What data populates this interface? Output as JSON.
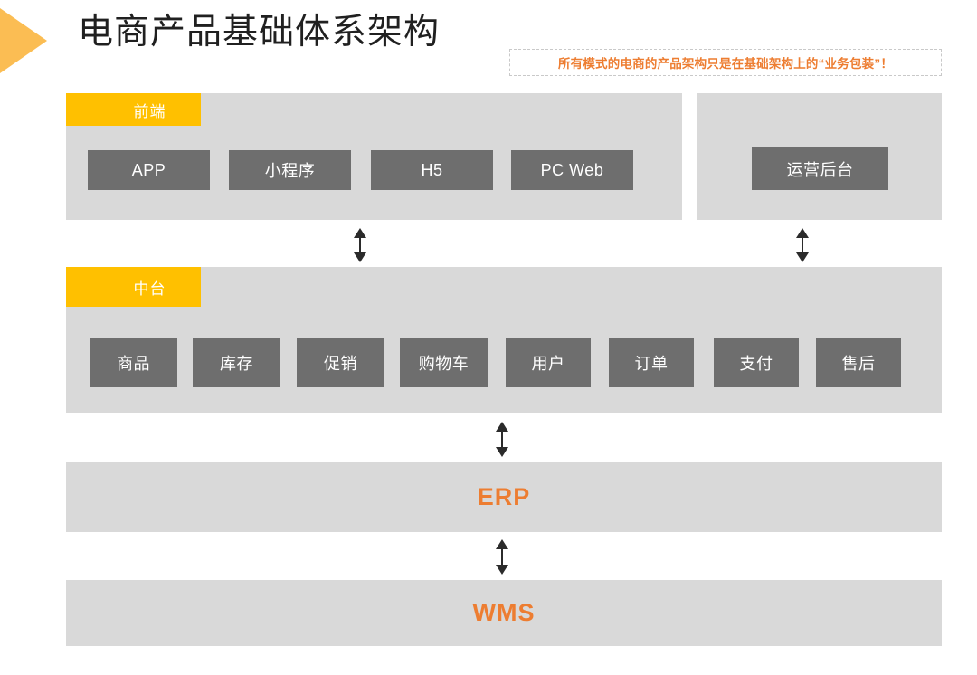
{
  "header": {
    "title": "电商产品基础体系架构",
    "accent_color": "#fbbd53"
  },
  "callout": {
    "text": "所有模式的电商的产品架构只是在基础架构上的“业务包装”！",
    "text_color": "#ed7d31",
    "border_style": "dashed",
    "border_color": "#c9c9c9"
  },
  "diagram": {
    "type": "layered-architecture",
    "panel_color": "#d9d9d9",
    "tab_color": "#ffc000",
    "module_color": "#6e6e6e",
    "layers": [
      {
        "id": "frontend",
        "tab_label": "前端",
        "modules": [
          {
            "label": "APP"
          },
          {
            "label": "小程序"
          },
          {
            "label": "H5"
          },
          {
            "label": "PC Web"
          }
        ]
      },
      {
        "id": "middle-platform",
        "tab_label": "中台",
        "modules": [
          {
            "label": "商品"
          },
          {
            "label": "库存"
          },
          {
            "label": "促销"
          },
          {
            "label": "购物车"
          },
          {
            "label": "用户"
          },
          {
            "label": "订单"
          },
          {
            "label": "支付"
          },
          {
            "label": "售后"
          }
        ]
      }
    ],
    "side_panel": {
      "id": "admin",
      "modules": [
        {
          "label": "运营后台"
        }
      ]
    },
    "systems": [
      {
        "id": "erp",
        "label": "ERP",
        "color": "#ed7d31"
      },
      {
        "id": "wms",
        "label": "WMS",
        "color": "#ed7d31"
      }
    ],
    "connectors": [
      {
        "id": "frontend-to-middle",
        "direction": "bidirectional"
      },
      {
        "id": "admin-to-middle",
        "direction": "bidirectional"
      },
      {
        "id": "middle-to-erp",
        "direction": "bidirectional"
      },
      {
        "id": "erp-to-wms",
        "direction": "bidirectional"
      }
    ]
  }
}
